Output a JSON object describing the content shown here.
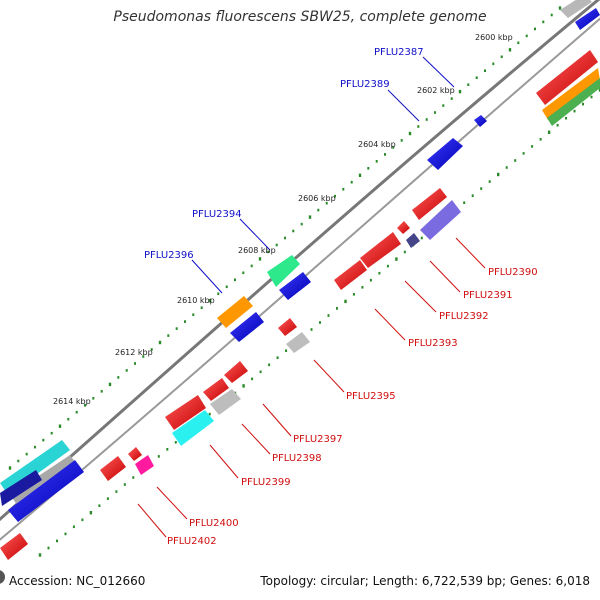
{
  "title": "Pseudomonas fluorescens SBW25, complete genome",
  "footer": {
    "accession": "Accession: NC_012660",
    "summary": "Topology: circular; Length: 6,722,539 bp; Genes: 6,018"
  },
  "colors": {
    "backbone": "#777777",
    "tick": "#2a8a2a",
    "fwd_label": "#1010c8",
    "rev_label": "#d01010"
  },
  "scale_labels": [
    "2600 kbp",
    "2602 kbp",
    "2604 kbp",
    "2606 kbp",
    "2608 kbp",
    "2610 kbp",
    "2612 kbp",
    "2614 kbp"
  ],
  "forward_gene_labels": [
    "PFLU2387",
    "PFLU2389",
    "PFLU2394",
    "PFLU2396"
  ],
  "reverse_gene_labels": [
    "PFLU2390",
    "PFLU2391",
    "PFLU2392",
    "PFLU2393",
    "PFLU2395",
    "PFLU2397",
    "PFLU2398",
    "PFLU2399",
    "PFLU2400",
    "PFLU2402"
  ]
}
